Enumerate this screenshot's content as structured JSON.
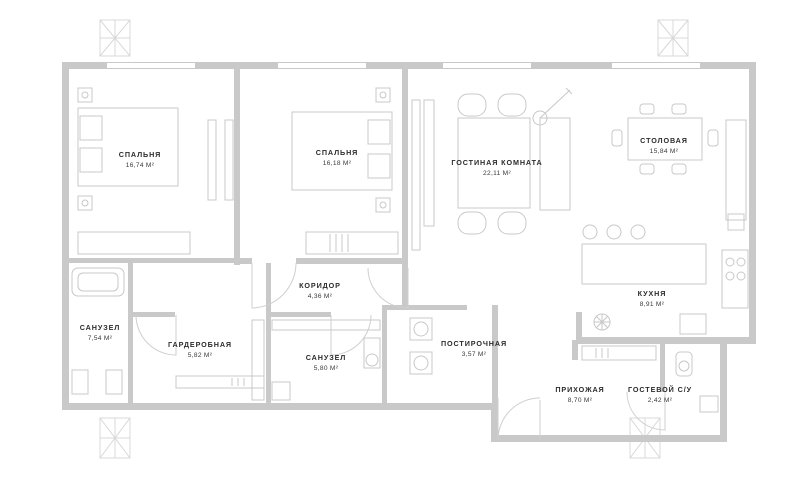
{
  "rooms": [
    {
      "id": "bedroom1",
      "name": "СПАЛЬНЯ",
      "area": "16,74 М²"
    },
    {
      "id": "bedroom2",
      "name": "СПАЛЬНЯ",
      "area": "16,18 М²"
    },
    {
      "id": "living",
      "name": "ГОСТИНАЯ КОМНАТА",
      "area": "22,11 М²"
    },
    {
      "id": "dining",
      "name": "СТОЛОВАЯ",
      "area": "15,84 М²"
    },
    {
      "id": "kitchen",
      "name": "КУХНЯ",
      "area": "8,91 М²"
    },
    {
      "id": "corridor",
      "name": "КОРИДОР",
      "area": "4,36 М²"
    },
    {
      "id": "bath1",
      "name": "САНУЗЕЛ",
      "area": "7,54 М²"
    },
    {
      "id": "wardrobe",
      "name": "ГАРДЕРОБНАЯ",
      "area": "5,82 М²"
    },
    {
      "id": "bath2",
      "name": "САНУЗЕЛ",
      "area": "5,80 М²"
    },
    {
      "id": "laundry",
      "name": "ПОСТИРОЧНАЯ",
      "area": "3,57 М²"
    },
    {
      "id": "hall",
      "name": "ПРИХОЖАЯ",
      "area": "8,70 М²"
    },
    {
      "id": "guest-wc",
      "name": "ГОСТЕВОЙ С/У",
      "area": "2,42 М²"
    }
  ],
  "colors": {
    "wall": "#c9c9c9",
    "furniture": "#c8c8c8",
    "text": "#2b2b2b"
  }
}
